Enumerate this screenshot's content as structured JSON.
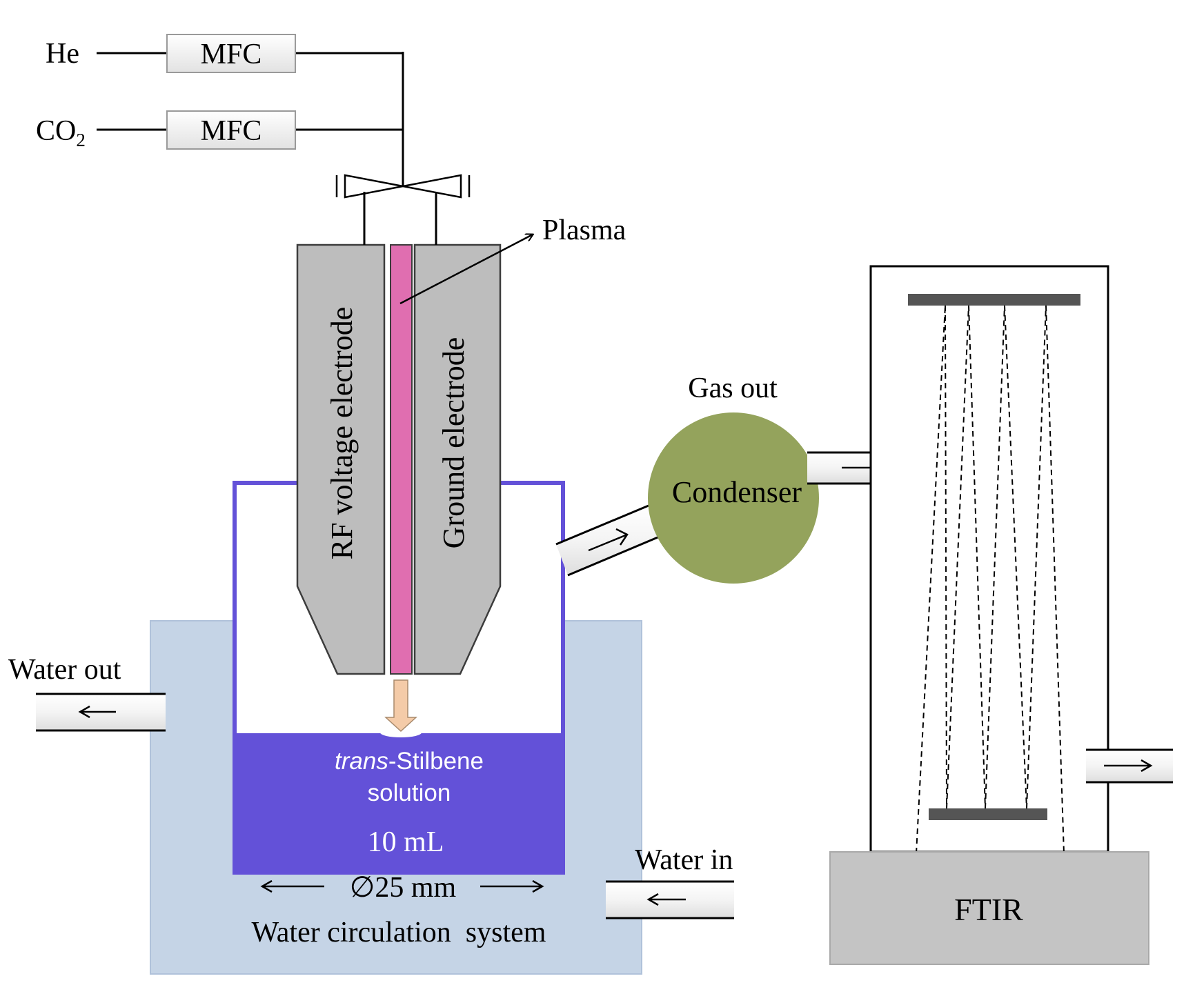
{
  "gases": {
    "he": "He",
    "co2_main": "CO",
    "co2_sub": "2"
  },
  "mfc": {
    "top_label": "MFC",
    "bottom_label": "MFC"
  },
  "reactor": {
    "rf_electrode_label": "RF voltage electrode",
    "ground_electrode_label": "Ground electrode",
    "plasma_label": "Plasma"
  },
  "solution": {
    "name_italic": "trans",
    "name_rest": "-Stilbene",
    "line2": "solution",
    "volume": "10 mL"
  },
  "dimensions": {
    "diameter": "∅25 mm"
  },
  "bath": {
    "label": "Water circulation  system",
    "water_out": "Water out",
    "water_in": "Water in"
  },
  "condenser": {
    "label": "Condenser",
    "gas_out": "Gas out"
  },
  "analyzer": {
    "label": "FTIR"
  },
  "colors": {
    "bath": "#c5d4e6",
    "electrode": "#bdbdbd",
    "plasma": "#e06eb0",
    "solution": "#6351d8",
    "condenser": "#94a35c",
    "ftir": "#c4c4c4",
    "mirror": "#555555",
    "flow_arrow": "#f4cba8"
  }
}
